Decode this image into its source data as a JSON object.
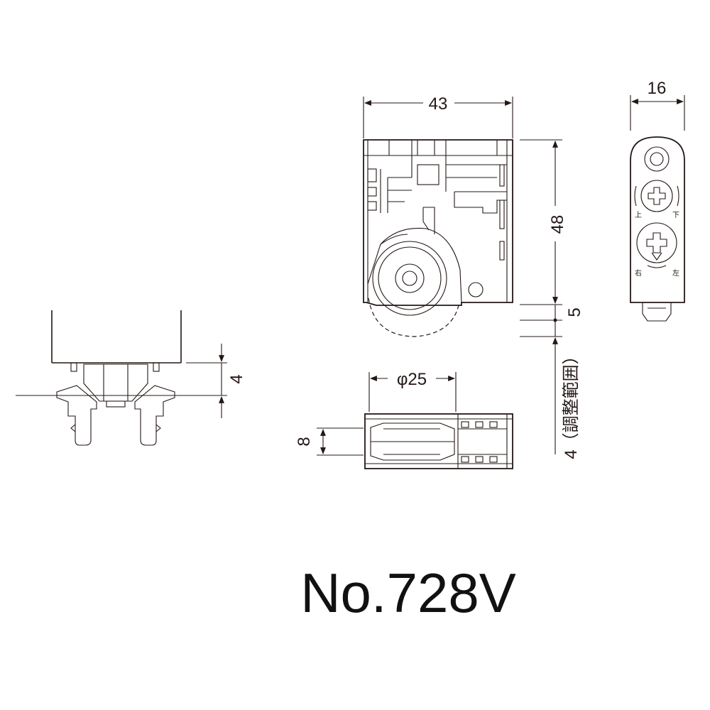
{
  "dimensions": {
    "width_43": "43",
    "height_48": "48",
    "thickness_16": "16",
    "dim_5": "5",
    "dim_4_side": "4",
    "adjust_range": "4（調整範囲）",
    "wheel_diameter": "φ25",
    "wheel_width_8": "8"
  },
  "adjust_marks": {
    "up": "上",
    "down": "下",
    "right": "右",
    "left": "左"
  },
  "model": "No.728V",
  "colors": {
    "line": "#231815"
  }
}
